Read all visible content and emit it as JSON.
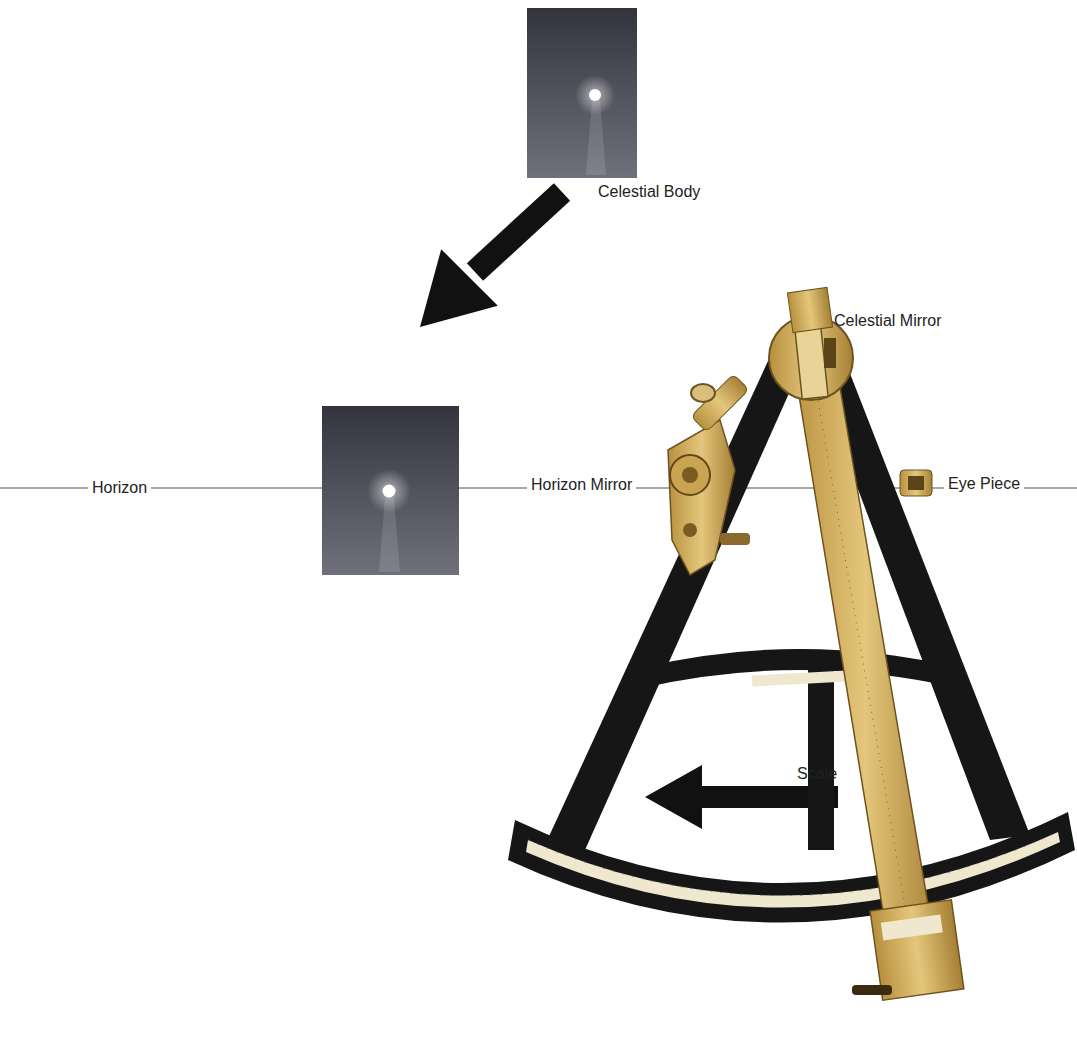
{
  "diagram": {
    "labels": [
      "Celestial Body",
      "Celestial Mirror",
      "Horizon",
      "Horizon Mirror",
      "Eye Piece",
      "Scale"
    ]
  }
}
